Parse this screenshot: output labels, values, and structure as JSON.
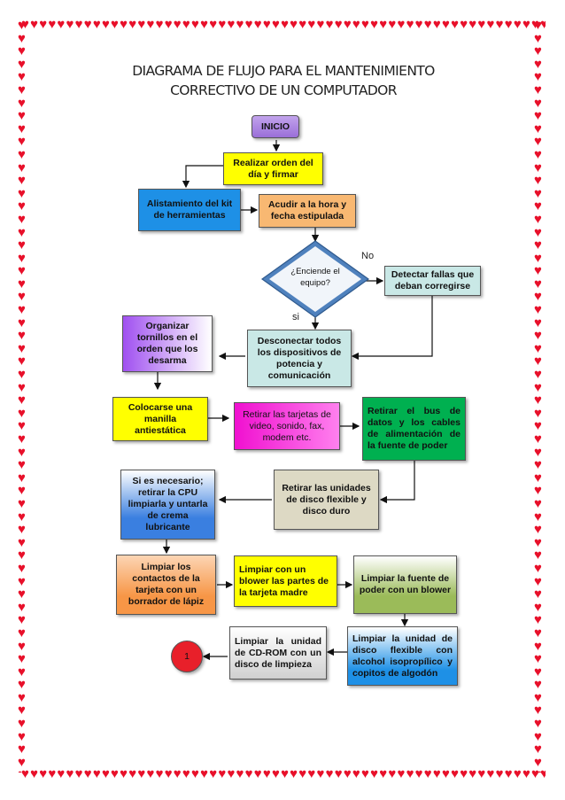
{
  "title": {
    "line1": "DIAGRAMA DE FLUJO PARA EL  MANTENIMIENTO",
    "line2": "CORRECTIVO DE UN COMPUTADOR"
  },
  "border": {
    "glyph": "♥",
    "color": "#e8102a"
  },
  "nodes": {
    "inicio": "INICIO",
    "realizar": "Realizar orden del día y firmar",
    "alistamiento": "Alistamiento del kit de herramientas",
    "acudir": "Acudir a la hora y fecha estipulada",
    "decision": "¿Enciende el equipo?",
    "detectar": "Detectar fallas que deban corregirse",
    "organizar": "Organizar tornillos en el orden que los desarma",
    "desconectar": "Desconectar todos los dispositivos de potencia y comunicación",
    "colocarse": "Colocarse una manilla antiestática",
    "retirar_tarjetas": "Retirar  las tarjetas de video, sonido, fax, modem etc.",
    "retirar_bus": "Retirar el bus de datos y los cables de alimentación de la fuente de poder",
    "si_es_necesario": "Si es necesario; retirar la CPU limpiarla y untarla de crema lubricante",
    "retirar_unidades": "Retirar las unidades de disco flexible y disco duro",
    "limpiar_contactos": "Limpiar los contactos de la tarjeta con un borrador de lápiz",
    "limpiar_blower": "Limpiar con un blower las partes de la tarjeta madre",
    "limpiar_fuente": "Limpiar la fuente de poder con un blower",
    "limpiar_cdrom": "Limpiar la unidad de CD-ROM con un disco de limpieza",
    "limpiar_disco": "Limpiar la unidad de disco flexible con alcohol isopropílico y copitos de algodón",
    "connector": "1"
  },
  "labels": {
    "no": "No",
    "si": "si"
  },
  "colors": {
    "yellow": "#ffff00",
    "blue": "#1e90e6",
    "orange": "#f8b872",
    "teal": "#c9e8e6",
    "green": "#9bbb59",
    "purple": "#b070f0",
    "magenta": "#f020d0",
    "cpu_blue": "#3a7fe0",
    "beige": "#ddd9c4",
    "coral": "#f79646",
    "connector": "#e8202a"
  }
}
